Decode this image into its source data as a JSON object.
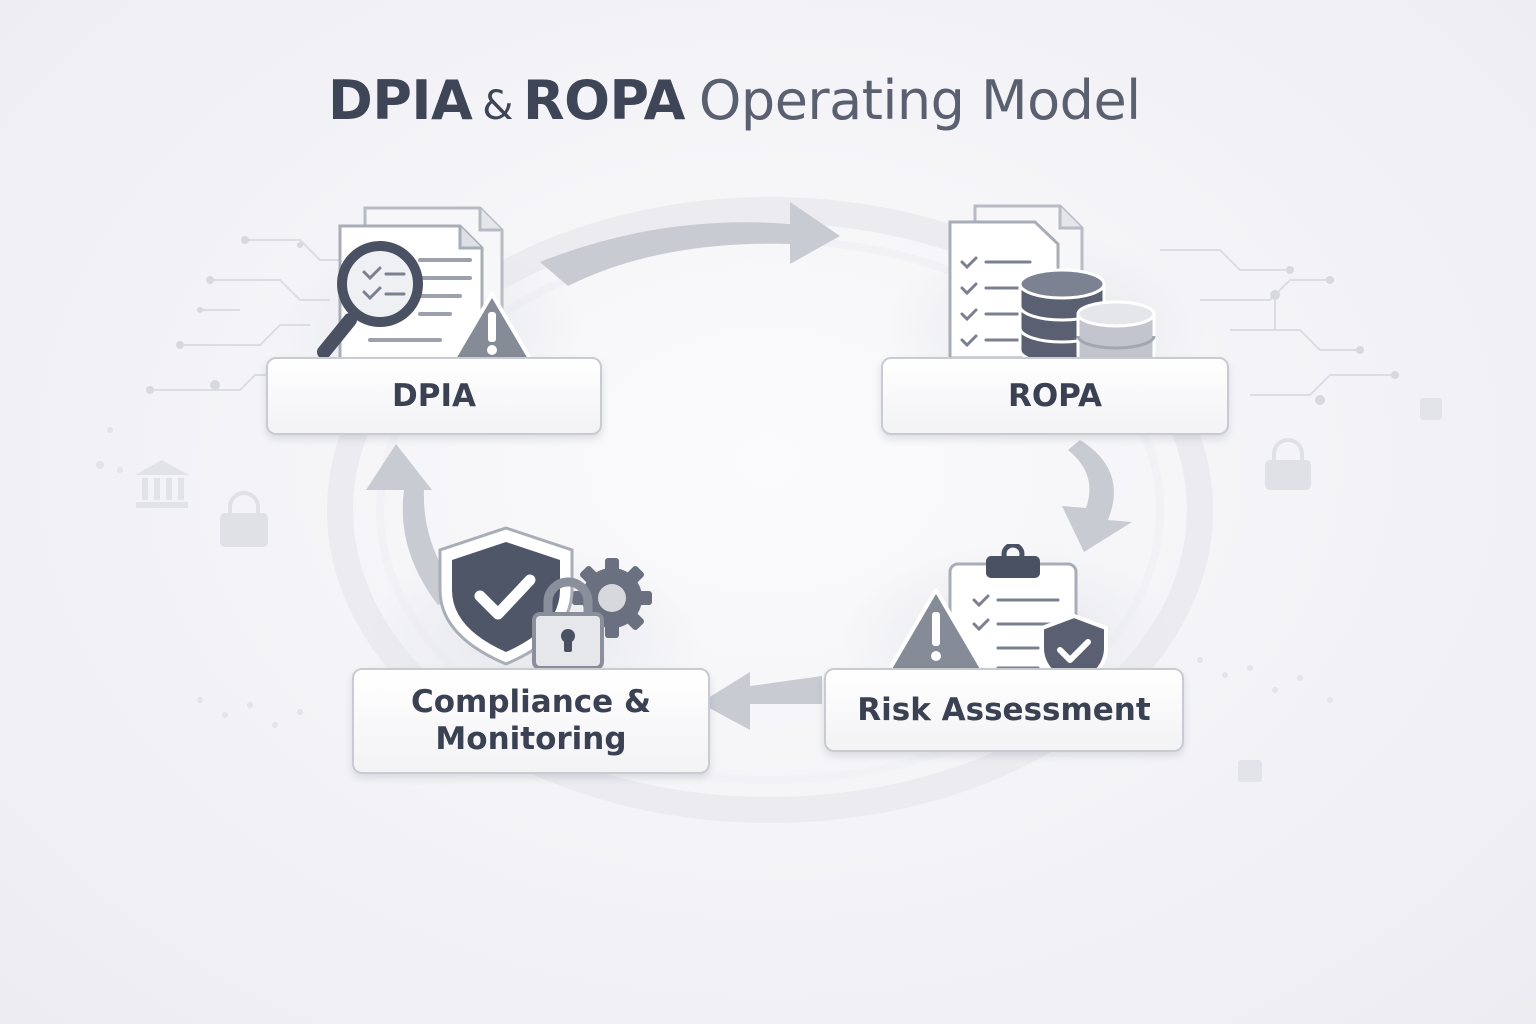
{
  "title": {
    "part1": "DPIA",
    "amp": "&",
    "part2": "ROPA",
    "part3": "Operating Model"
  },
  "stages": [
    {
      "label": "DPIA",
      "icon": "magnifier-document-warning-icon"
    },
    {
      "label": "ROPA",
      "icon": "checklist-database-icon"
    },
    {
      "label": "Risk Assessment",
      "icon": "warning-clipboard-shield-icon"
    },
    {
      "label_line1": "Compliance &",
      "label_line2": "Monitoring",
      "icon": "shield-lock-gear-icon"
    }
  ],
  "flow_direction": "clockwise",
  "colors": {
    "text_dark": "#3d4557",
    "icon_dark": "#4a5163",
    "icon_mid": "#7b8090",
    "arrow_gray": "#c8cad2",
    "box_border": "#c9cbd3"
  }
}
